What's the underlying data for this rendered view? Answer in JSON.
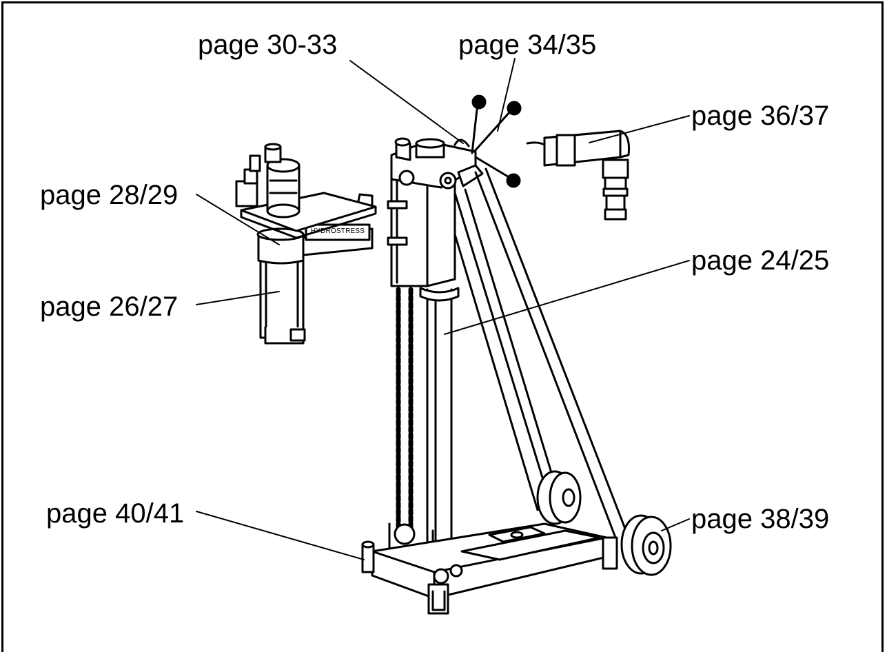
{
  "callouts": {
    "p30": "page 30-33",
    "p34": "page 34/35",
    "p36": "page 36/37",
    "p28": "page 28/29",
    "p26": "page 26/27",
    "p24": "page 24/25",
    "p40": "page 40/41",
    "p38": "page 38/39"
  },
  "brand_plate": "HYDROSTRESS",
  "colors": {
    "ink": "#000000",
    "paper": "#ffffff"
  }
}
